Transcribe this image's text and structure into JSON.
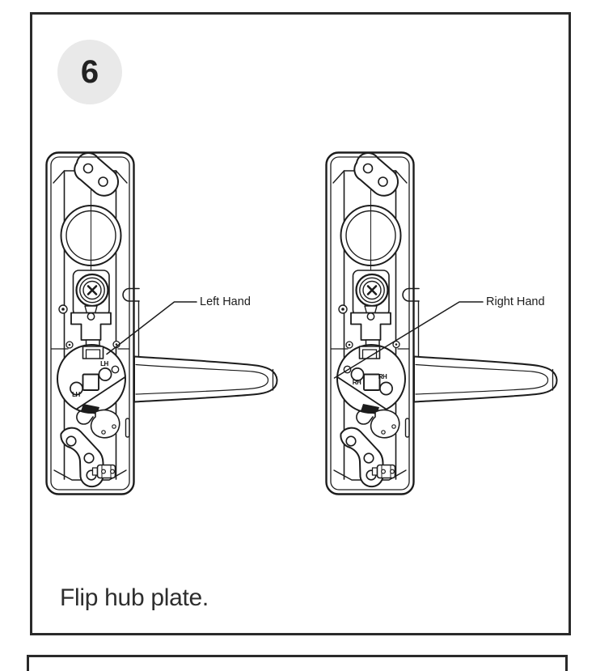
{
  "step": {
    "number": "6",
    "caption": "Flip hub plate."
  },
  "labels": {
    "left_hand": "Left Hand",
    "right_hand": "Right Hand",
    "lh": "LH",
    "rh": "RH"
  },
  "icons": {
    "diagram": "lock-lever-assembly-diagram",
    "screw": "phillips-screw-icon"
  },
  "colors": {
    "line": "#1c1c1c",
    "frame_border": "#2a2a2a",
    "badge_background": "#e9e9e9",
    "background": "#ffffff"
  }
}
